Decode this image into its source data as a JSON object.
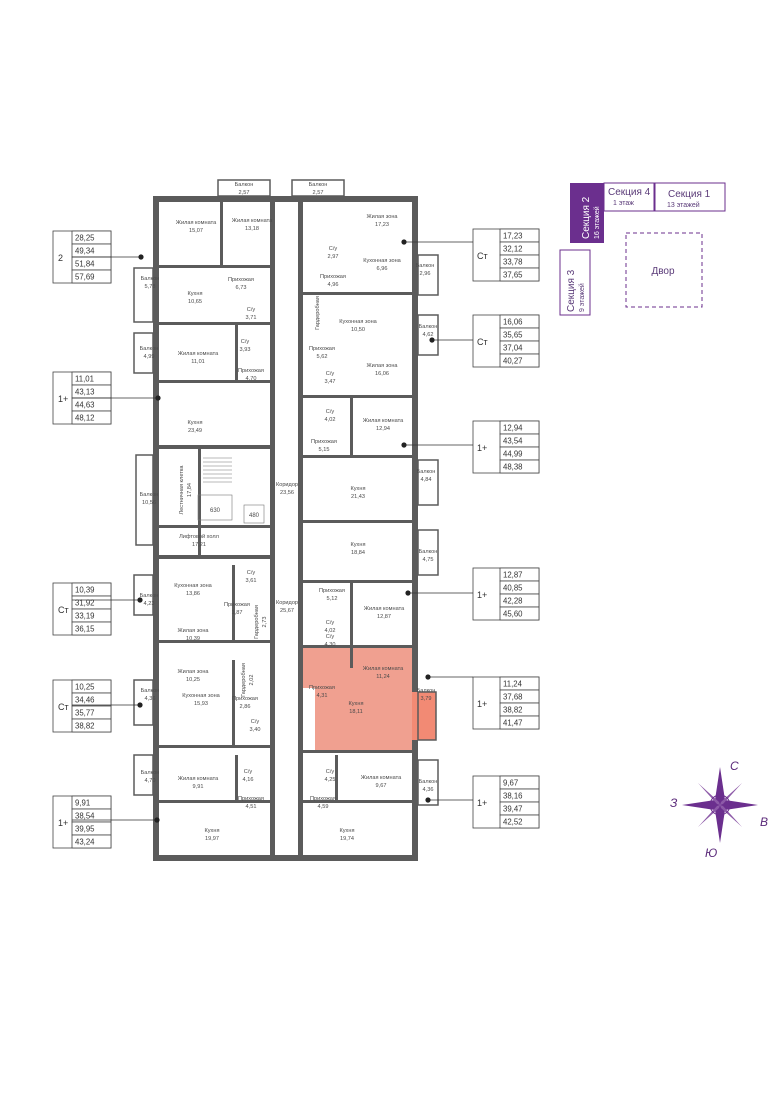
{
  "rooms": [
    {
      "id": "r1",
      "name": "Балкон",
      "area": "2,57"
    },
    {
      "id": "r2",
      "name": "Балкон",
      "area": "2,57"
    },
    {
      "id": "r3",
      "name": "Жилая комната",
      "area": "15,07"
    },
    {
      "id": "r4",
      "name": "Жилая комната",
      "area": "13,18"
    },
    {
      "id": "r5",
      "name": "Жилая зона",
      "area": "17,23"
    },
    {
      "id": "r6",
      "name": "С/у",
      "area": "2,97"
    },
    {
      "id": "r7",
      "name": "Кухонная зона",
      "area": "6,96"
    },
    {
      "id": "r8",
      "name": "Балкон",
      "area": "5,78"
    },
    {
      "id": "r9",
      "name": "Прихожая",
      "area": "6,73"
    },
    {
      "id": "r10",
      "name": "Прихожая",
      "area": "4,96"
    },
    {
      "id": "r11",
      "name": "Балкон",
      "area": "2,96"
    },
    {
      "id": "r12",
      "name": "Кухня",
      "area": "10,65"
    },
    {
      "id": "r13",
      "name": "С/у",
      "area": "3,71"
    },
    {
      "id": "r14",
      "name": "Кухонная зона",
      "area": "10,50"
    },
    {
      "id": "r15",
      "name": "Гардеробная",
      "area": ""
    },
    {
      "id": "r16",
      "name": "Балкон",
      "area": "4,99"
    },
    {
      "id": "r17",
      "name": "Жилая комната",
      "area": "11,01"
    },
    {
      "id": "r18",
      "name": "С/у",
      "area": "3,93"
    },
    {
      "id": "r19",
      "name": "Прихожая",
      "area": "5,62"
    },
    {
      "id": "r20",
      "name": "Балкон",
      "area": "4,62"
    },
    {
      "id": "r21",
      "name": "Прихожая",
      "area": "4,70"
    },
    {
      "id": "r22",
      "name": "С/у",
      "area": "3,47"
    },
    {
      "id": "r23",
      "name": "Жилая зона",
      "area": "16,06"
    },
    {
      "id": "r24",
      "name": "Кухня",
      "area": "23,49"
    },
    {
      "id": "r25",
      "name": "С/у",
      "area": "4,02"
    },
    {
      "id": "r26",
      "name": "Жилая комната",
      "area": "12,94"
    },
    {
      "id": "r27",
      "name": "Прихожая",
      "area": "5,15"
    },
    {
      "id": "r28",
      "name": "Лестничная клетка",
      "area": "17,84"
    },
    {
      "id": "r29",
      "name": "Коридор",
      "area": "23,56"
    },
    {
      "id": "r30",
      "name": "Кухня",
      "area": "21,43"
    },
    {
      "id": "r31",
      "name": "Балкон",
      "area": "10,56"
    },
    {
      "id": "r32",
      "name": "Балкон",
      "area": "4,84"
    },
    {
      "id": "r33",
      "name": "Лифтовой холл",
      "area": "17,21"
    },
    {
      "id": "r34",
      "name": "Кухня",
      "area": "18,84"
    },
    {
      "id": "r35",
      "name": "Балкон",
      "area": "4,75"
    },
    {
      "id": "r36",
      "name": "Кухонная зона",
      "area": "13,86"
    },
    {
      "id": "r37",
      "name": "С/у",
      "area": "3,61"
    },
    {
      "id": "r38",
      "name": "Балкон",
      "area": "4,23"
    },
    {
      "id": "r39",
      "name": "Прихожая",
      "area": "1,87"
    },
    {
      "id": "r40",
      "name": "Гардеробная",
      "area": "2,73"
    },
    {
      "id": "r41",
      "name": "Коридор",
      "area": "25,67"
    },
    {
      "id": "r42",
      "name": "Прихожая",
      "area": "5,12"
    },
    {
      "id": "r43",
      "name": "Жилая зона",
      "area": "10,39"
    },
    {
      "id": "r44",
      "name": "С/у",
      "area": "4,02"
    },
    {
      "id": "r45",
      "name": "Жилая комната",
      "area": "12,87"
    },
    {
      "id": "r46",
      "name": "Жилая зона",
      "area": "10,25"
    },
    {
      "id": "r47",
      "name": "Гардеробная",
      "area": "2,02"
    },
    {
      "id": "r48",
      "name": "С/у",
      "area": "4,30"
    },
    {
      "id": "r49",
      "name": "Жилая комната",
      "area": "11,24"
    },
    {
      "id": "r50",
      "name": "Прихожая",
      "area": "2,86"
    },
    {
      "id": "r51",
      "name": "Прихожая",
      "area": "4,31"
    },
    {
      "id": "r52",
      "name": "Балкон",
      "area": "4,36"
    },
    {
      "id": "r53",
      "name": "Кухонная зона",
      "area": "15,93"
    },
    {
      "id": "r54",
      "name": "С/у",
      "area": "3,40"
    },
    {
      "id": "r55",
      "name": "Кухня",
      "area": "18,11"
    },
    {
      "id": "r56",
      "name": "Балкон",
      "area": "3,79"
    },
    {
      "id": "r57",
      "name": "Балкон",
      "area": "4,70"
    },
    {
      "id": "r58",
      "name": "Жилая комната",
      "area": "9,91"
    },
    {
      "id": "r59",
      "name": "С/у",
      "area": "4,16"
    },
    {
      "id": "r60",
      "name": "С/у",
      "area": "4,25"
    },
    {
      "id": "r61",
      "name": "Жилая комната",
      "area": "9,67"
    },
    {
      "id": "r62",
      "name": "Балкон",
      "area": "4,36"
    },
    {
      "id": "r63",
      "name": "Прихожая",
      "area": "4,51"
    },
    {
      "id": "r64",
      "name": "Прихожая",
      "area": "4,59"
    },
    {
      "id": "r65",
      "name": "Кухня",
      "area": "19,97"
    },
    {
      "id": "r66",
      "name": "Кухня",
      "area": "19,74"
    }
  ],
  "elevators": [
    "630",
    "480"
  ],
  "apartments": [
    {
      "id": "a1",
      "type": "2",
      "values": [
        "28,25",
        "49,34",
        "51,84",
        "57,69"
      ]
    },
    {
      "id": "a2",
      "type": "1+",
      "values": [
        "11,01",
        "43,13",
        "44,63",
        "48,12"
      ]
    },
    {
      "id": "a3",
      "type": "Ст",
      "values": [
        "10,39",
        "31,92",
        "33,19",
        "36,15"
      ]
    },
    {
      "id": "a4",
      "type": "Ст",
      "values": [
        "10,25",
        "34,46",
        "35,77",
        "38,82"
      ]
    },
    {
      "id": "a5",
      "type": "1+",
      "values": [
        "9,91",
        "38,54",
        "39,95",
        "43,24"
      ]
    },
    {
      "id": "a6",
      "type": "Ст",
      "values": [
        "17,23",
        "32,12",
        "33,78",
        "37,65"
      ]
    },
    {
      "id": "a7",
      "type": "Ст",
      "values": [
        "16,06",
        "35,65",
        "37,04",
        "40,27"
      ]
    },
    {
      "id": "a8",
      "type": "1+",
      "values": [
        "12,94",
        "43,54",
        "44,99",
        "48,38"
      ]
    },
    {
      "id": "a9",
      "type": "1+",
      "values": [
        "12,87",
        "40,85",
        "42,28",
        "45,60"
      ]
    },
    {
      "id": "a10",
      "type": "1+",
      "values": [
        "11,24",
        "37,68",
        "38,82",
        "41,47"
      ]
    },
    {
      "id": "a11",
      "type": "1+",
      "values": [
        "9,67",
        "38,16",
        "39,47",
        "42,52"
      ]
    }
  ],
  "key_plan": {
    "sections": [
      {
        "name": "Секция 2",
        "floors": "16 этажей"
      },
      {
        "name": "Секция 4",
        "floors": "1 этаж"
      },
      {
        "name": "Секция 1",
        "floors": "13 этажей"
      },
      {
        "name": "Секция 3",
        "floors": "9 этажей"
      }
    ],
    "yard": "Двор",
    "highlight_color": "#6b2f8e"
  },
  "compass": {
    "n": "С",
    "s": "Ю",
    "e": "В",
    "w": "З",
    "color": "#6b2f8e"
  },
  "colors": {
    "selected_apartment": "#f0a090",
    "wall": "#5b5b5b"
  }
}
